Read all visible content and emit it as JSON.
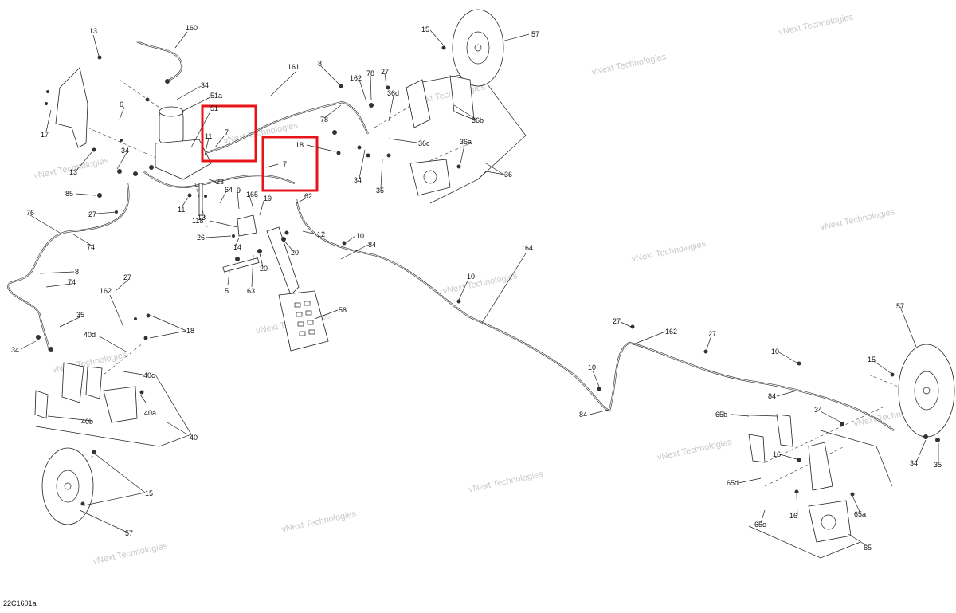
{
  "diagram_code": "22C1601a",
  "watermark": {
    "line1": "vNext",
    "line2": "Technologies",
    "line_small": "vNext Technologies"
  },
  "highlight_color": "#e8141a",
  "labels": {
    "l13a": "13",
    "l160": "160",
    "l34a": "34",
    "l51a": "51a",
    "l6": "6",
    "l51": "51",
    "l7a": "7",
    "l11a": "11",
    "l17": "17",
    "l13b": "13",
    "l34b": "34",
    "l85": "85",
    "l11b": "11",
    "l13c": "13",
    "l23": "23",
    "l64": "64",
    "l9": "9",
    "l165": "165",
    "l19": "19",
    "l7b": "7",
    "l161": "161",
    "l8a": "8",
    "l78a": "78",
    "l18a": "18",
    "l162a": "162",
    "l78b": "78",
    "l27a": "27",
    "l36d": "36d",
    "l15a": "15",
    "l57a": "57",
    "l36b": "36b",
    "l36c": "36c",
    "l36a": "36a",
    "l36": "36",
    "l34c": "34",
    "l35a": "35",
    "l62": "62",
    "l12": "12",
    "l118": "118",
    "l26": "26",
    "l14": "14",
    "l20a": "20",
    "l20b": "20",
    "l5": "5",
    "l63": "63",
    "l58": "58",
    "l10a": "10",
    "l84a": "84",
    "l164": "164",
    "l10b": "10",
    "l76": "76",
    "l74a": "74",
    "l27b": "27",
    "l8b": "8",
    "l74b": "74",
    "l27c": "27",
    "l162b": "162",
    "l35b": "35",
    "l18b": "18",
    "l34d": "34",
    "l40d": "40d",
    "l40c": "40c",
    "l40b": "40b",
    "l40a": "40a",
    "l40": "40",
    "l15b": "15",
    "l57b": "57",
    "l27d": "27",
    "l162c": "162",
    "l27e": "27",
    "l10c": "10",
    "l10d": "10",
    "l84b": "84",
    "l84c": "84",
    "l57c": "57",
    "l15c": "15",
    "l34e": "34",
    "l65b": "65b",
    "l16a": "16",
    "l65d": "65d",
    "l65c": "65c",
    "l16b": "16",
    "l65a": "65a",
    "l65": "65",
    "l34f": "34",
    "l35c": "35"
  }
}
